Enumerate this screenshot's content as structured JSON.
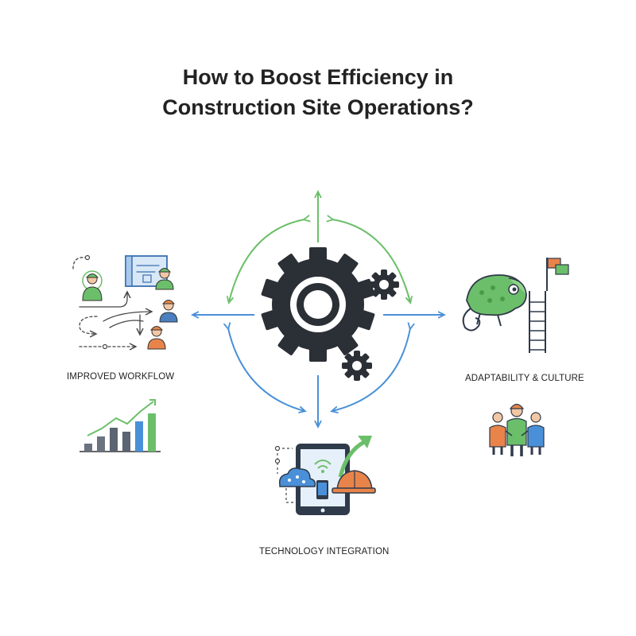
{
  "title": {
    "line1": "How to Boost Efficiency in",
    "line2": "Construction Site Operations?"
  },
  "sections": {
    "left": {
      "label": "IMPROVED WORKFLOW",
      "icons": [
        "workflow-icon",
        "growth-bar-chart-icon"
      ]
    },
    "right": {
      "label": "ADAPTABILITY & CULTURE",
      "icons": [
        "chameleon-icon",
        "ladder-flag-icon",
        "team-icon"
      ]
    },
    "bottom": {
      "label": "TECHNOLOGY INTEGRATION",
      "icons": [
        "tablet-cloud-icon",
        "hard-hat-icon"
      ]
    }
  },
  "colors": {
    "gear": "#2b2f36",
    "green": "#6cbf6a",
    "blue": "#4a90d9",
    "orange": "#e8844a",
    "navy": "#2f3a4a"
  }
}
